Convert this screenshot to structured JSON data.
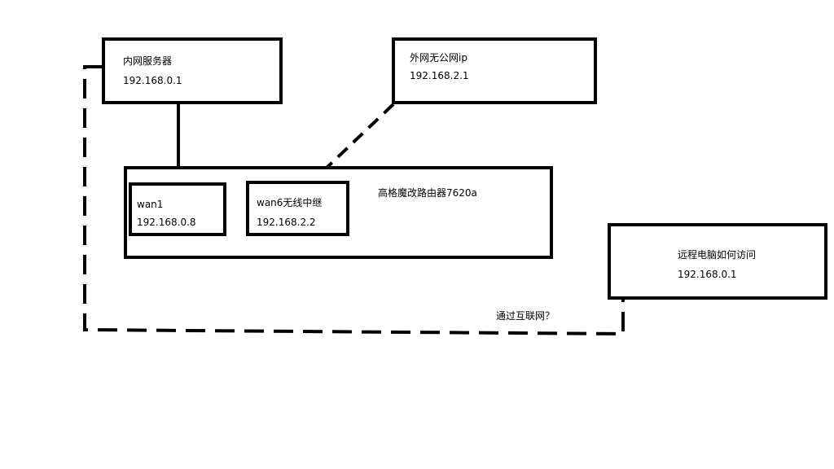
{
  "nodes": {
    "server": {
      "name": "内网服务器",
      "ip": "192.168.0.1"
    },
    "external": {
      "name": "外网无公网ip",
      "ip": "192.168.2.1"
    },
    "router": {
      "name": "高格魔改路由器7620a"
    },
    "wan1": {
      "name": "wan1",
      "ip": "192.168.0.8"
    },
    "wan6": {
      "name": "wan6无线中继",
      "ip": "192.168.2.2"
    },
    "remote": {
      "name": "远程电脑如何访问",
      "ip": "192.168.0.1"
    }
  },
  "edges": {
    "internet_label": "通过互联网？"
  },
  "colors": {
    "line": "#000000",
    "background": "#ffffff"
  }
}
